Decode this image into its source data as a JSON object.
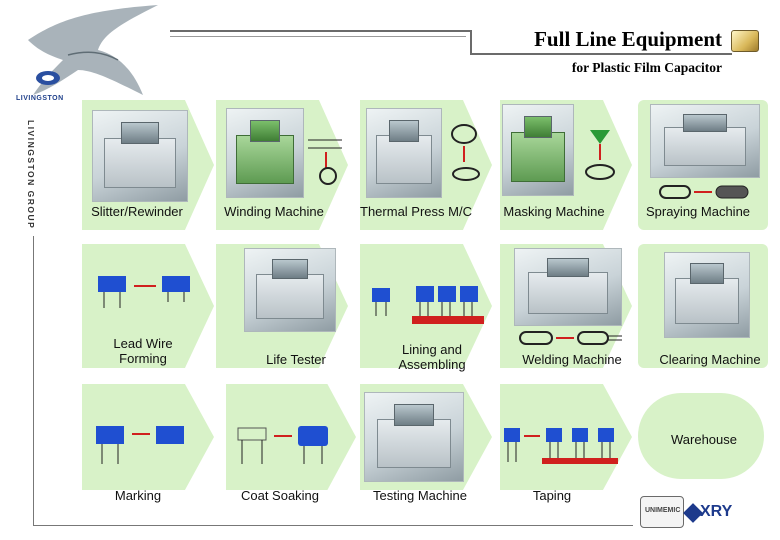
{
  "header": {
    "title": "Full Line Equipment",
    "subtitle": "for Plastic Film Capacitor"
  },
  "logo": {
    "company_name": "LIVINGSTON",
    "group_vertical": "LIVINGSTON GROUP",
    "brand_mark": "UNIMEMIC",
    "xry": "XRY"
  },
  "process_steps": [
    {
      "label": "Slitter/Rewinder"
    },
    {
      "label": "Winding Machine"
    },
    {
      "label": "Thermal Press M/C"
    },
    {
      "label": "Masking Machine"
    },
    {
      "label": "Spraying Machine"
    },
    {
      "label": "Lead Wire Forming"
    },
    {
      "label": "Life Tester"
    },
    {
      "label": "Lining and Assembling"
    },
    {
      "label": "Welding Machine"
    },
    {
      "label": "Clearing Machine"
    },
    {
      "label": "Marking"
    },
    {
      "label": "Coat Soaking"
    },
    {
      "label": "Testing Machine"
    },
    {
      "label": "Taping"
    },
    {
      "label": "Warehouse"
    }
  ],
  "colors": {
    "panel_green": "#d8f2c8",
    "component_blue": "#1f4fd1",
    "arrow_red": "#d0201e",
    "brand_blue": "#1d3a8c"
  }
}
